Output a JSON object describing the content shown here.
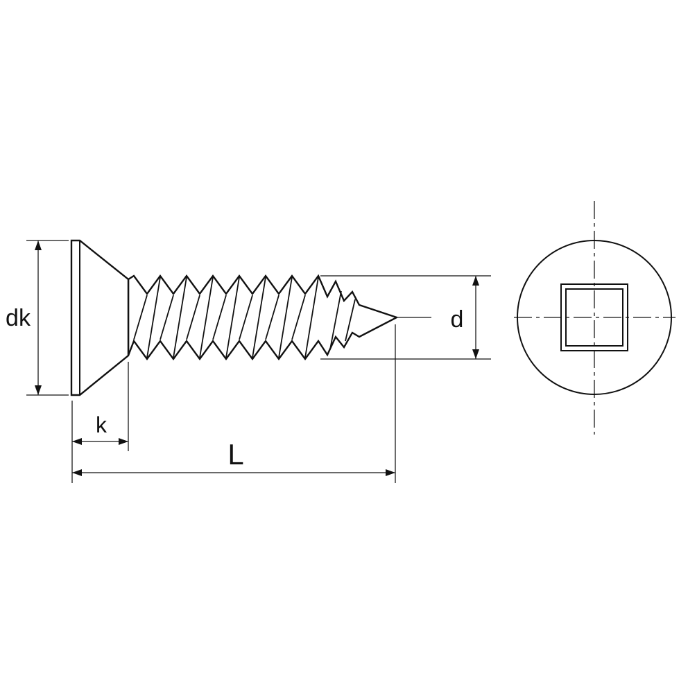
{
  "labels": {
    "head_diameter": "dk",
    "head_height": "k",
    "overall_length": "L",
    "thread_diameter": "d"
  },
  "colors": {
    "background": "#ffffff",
    "line": "#111111"
  }
}
